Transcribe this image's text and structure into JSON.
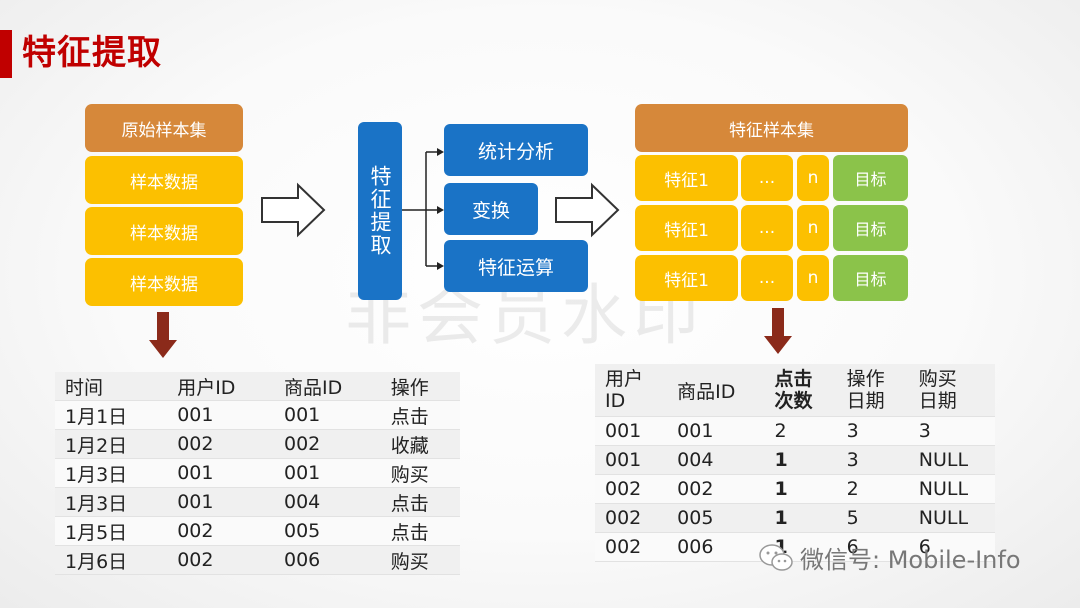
{
  "title": "特征提取",
  "left": {
    "header": "原始样本集",
    "rows": [
      "样本数据",
      "样本数据",
      "样本数据"
    ]
  },
  "center": {
    "vertical": "特征提取",
    "branches": [
      "统计分析",
      "变换",
      "特征运算"
    ]
  },
  "right": {
    "header": "特征样本集",
    "rows": [
      {
        "feature": "特征1",
        "dots": "...",
        "n": "n",
        "target": "目标"
      },
      {
        "feature": "特征1",
        "dots": "...",
        "n": "n",
        "target": "目标"
      },
      {
        "feature": "特征1",
        "dots": "...",
        "n": "n",
        "target": "目标"
      }
    ]
  },
  "watermark": "非会员水印",
  "raw_table": {
    "headers": [
      "时间",
      "用户ID",
      "商品ID",
      "操作"
    ],
    "rows": [
      [
        "1月1日",
        "001",
        "001",
        "点击"
      ],
      [
        "1月2日",
        "002",
        "002",
        "收藏"
      ],
      [
        "1月3日",
        "001",
        "001",
        "购买"
      ],
      [
        "1月3日",
        "001",
        "004",
        "点击"
      ],
      [
        "1月5日",
        "002",
        "005",
        "点击"
      ],
      [
        "1月6日",
        "002",
        "006",
        "购买"
      ]
    ]
  },
  "feature_table": {
    "headers": [
      "用户\nID",
      "商品ID",
      "点击\n次数",
      "操作\n日期",
      "购买\n日期"
    ],
    "rows": [
      [
        "001",
        "001",
        "2",
        "3",
        "3"
      ],
      [
        "001",
        "004",
        "1",
        "3",
        "NULL"
      ],
      [
        "002",
        "002",
        "1",
        "2",
        "NULL"
      ],
      [
        "002",
        "005",
        "1",
        "5",
        "NULL"
      ],
      [
        "002",
        "006",
        "1",
        "6",
        "6"
      ]
    ]
  },
  "brand": "微信号: Mobile-Info",
  "colors": {
    "accent": "#c00000",
    "orange": "#d6883a",
    "yellow": "#fcc000",
    "green": "#8bc34a",
    "blue": "#1a73c6",
    "arrow": "#8b2a1a"
  }
}
